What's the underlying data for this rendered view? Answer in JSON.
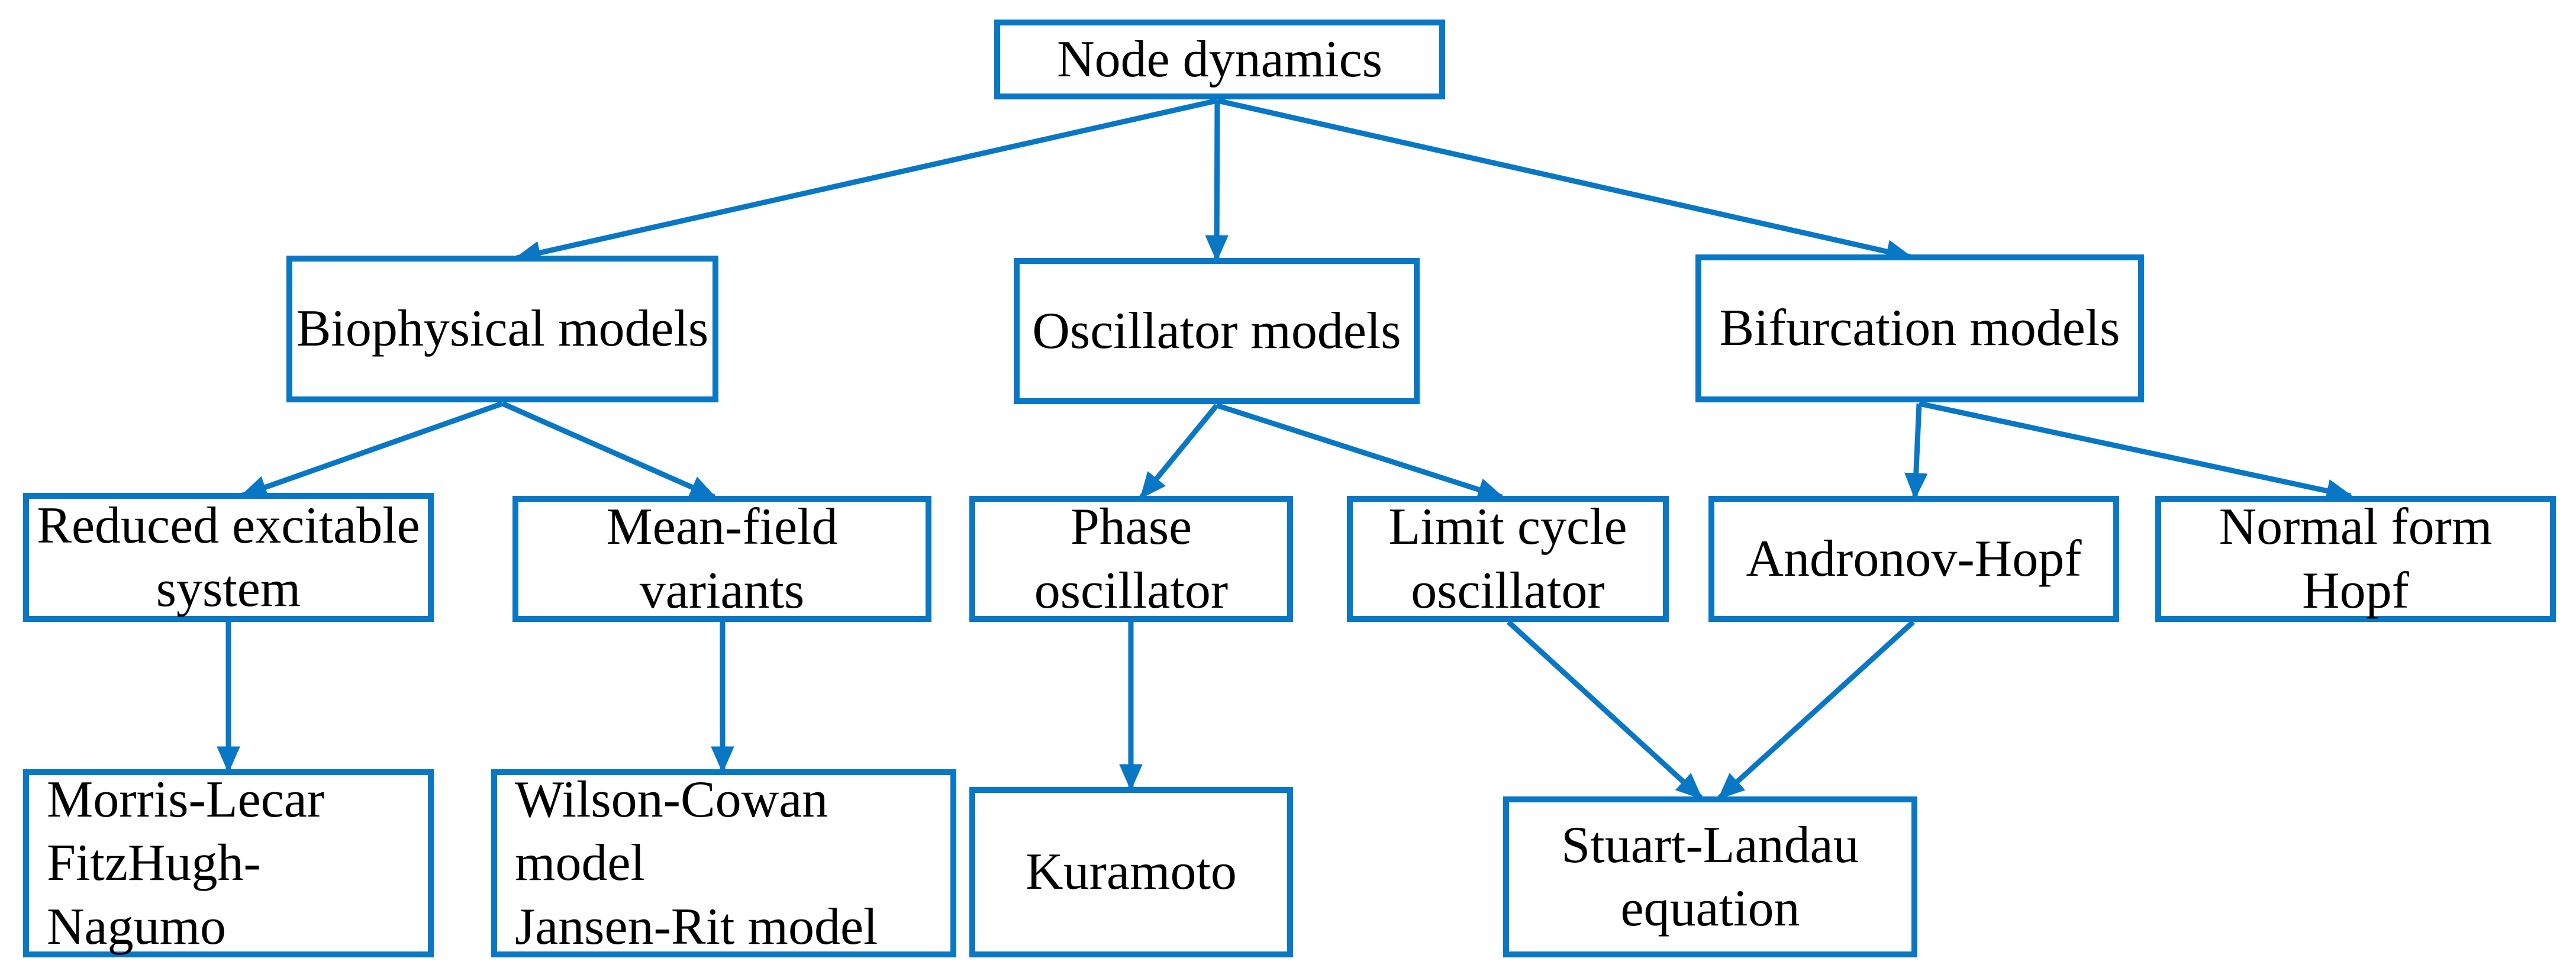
{
  "diagram": {
    "type": "flowchart-tree",
    "background": "#ffffff",
    "accent": "#0877c6",
    "text_color": "#000000"
  },
  "nodes": [
    {
      "id": "node-dynamics",
      "label": "Node dynamics"
    },
    {
      "id": "biophysical-models",
      "label": "Biophysical models"
    },
    {
      "id": "oscillator-models",
      "label": "Oscillator models"
    },
    {
      "id": "bifurcation-models",
      "label": "Bifurcation models"
    },
    {
      "id": "reduced-excitable-system",
      "label": "Reduced excitable\nsystem"
    },
    {
      "id": "mean-field-variants",
      "label": "Mean-field variants"
    },
    {
      "id": "phase-oscillator",
      "label": "Phase\noscillator"
    },
    {
      "id": "limit-cycle-oscillator",
      "label": "Limit cycle\noscillator"
    },
    {
      "id": "andronov-hopf",
      "label": "Andronov-Hopf"
    },
    {
      "id": "normal-form-hopf",
      "label": "Normal form Hopf"
    },
    {
      "id": "morris-lecar-fitzhugh-nagumo",
      "label": "Morris-Lecar\nFitzHugh-Nagumo"
    },
    {
      "id": "wilson-cowan-jansen-rit",
      "label": "Wilson-Cowan model\nJansen-Rit model"
    },
    {
      "id": "kuramoto",
      "label": "Kuramoto"
    },
    {
      "id": "stuart-landau-equation",
      "label": "Stuart-Landau\nequation"
    }
  ],
  "edges": [
    {
      "from": "Node dynamics",
      "to": "Biophysical models"
    },
    {
      "from": "Node dynamics",
      "to": "Oscillator models"
    },
    {
      "from": "Node dynamics",
      "to": "Bifurcation models"
    },
    {
      "from": "Biophysical models",
      "to": "Reduced excitable system"
    },
    {
      "from": "Biophysical models",
      "to": "Mean-field variants"
    },
    {
      "from": "Oscillator models",
      "to": "Phase oscillator"
    },
    {
      "from": "Oscillator models",
      "to": "Limit cycle oscillator"
    },
    {
      "from": "Bifurcation models",
      "to": "Andronov-Hopf"
    },
    {
      "from": "Bifurcation models",
      "to": "Normal form Hopf"
    },
    {
      "from": "Reduced excitable system",
      "to": "Morris-Lecar / FitzHugh-Nagumo"
    },
    {
      "from": "Mean-field variants",
      "to": "Wilson-Cowan model / Jansen-Rit model"
    },
    {
      "from": "Phase oscillator",
      "to": "Kuramoto"
    },
    {
      "from": "Limit cycle oscillator",
      "to": "Stuart-Landau equation"
    },
    {
      "from": "Andronov-Hopf",
      "to": "Stuart-Landau equation"
    }
  ]
}
